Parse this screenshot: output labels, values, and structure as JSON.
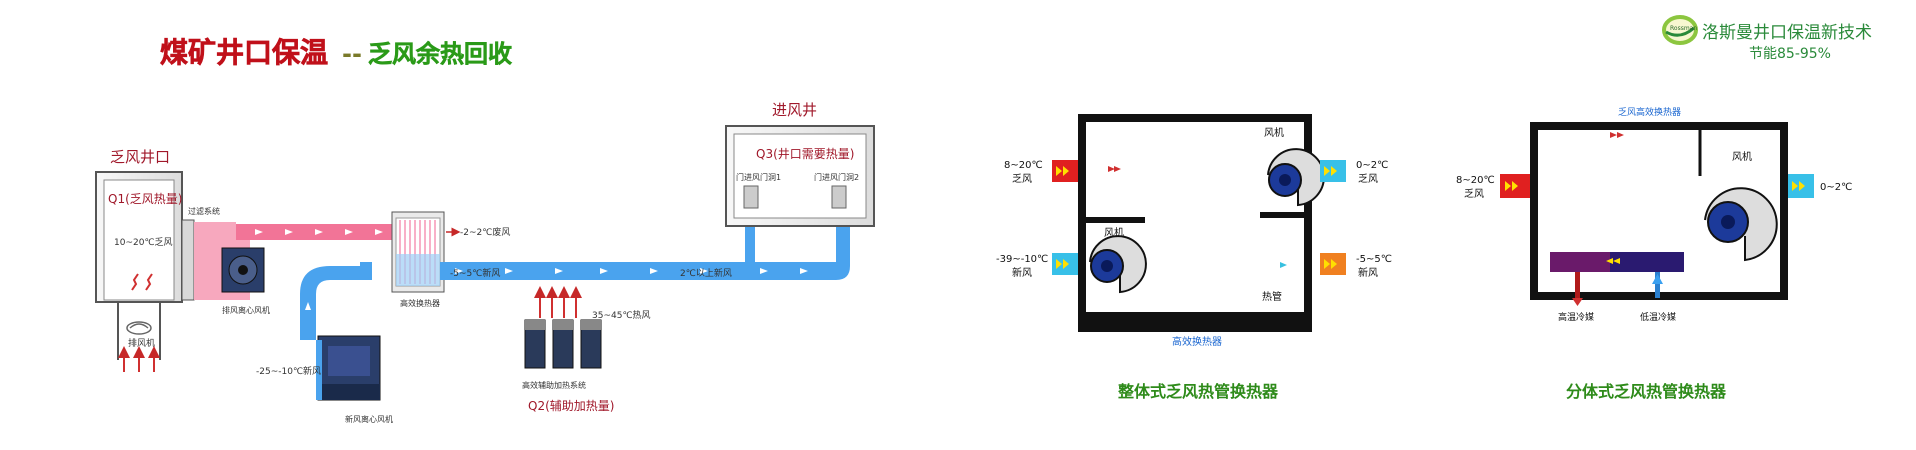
{
  "title": {
    "part1": "煤矿井口保温",
    "sep": "--",
    "part2": "乏风余热回收"
  },
  "brand": {
    "name": "洛斯曼井口保温新技术",
    "tagline": "节能85-95%",
    "logo_text": "Rossman"
  },
  "left_diagram": {
    "exhaust_well": "乏风井口",
    "q1": "Q1(乏风热量)",
    "exhaust_temp": "10~20℃乏风",
    "filter": "过滤系统",
    "exhaust_fan_small": "排风机",
    "exhaust_centrifugal_fan": "排风离心风机",
    "waste_air": "-2~2℃废风",
    "hx": "高效换热器",
    "fresh_5": "-5~5℃新风",
    "fresh_above_2": "2℃以上新风",
    "fresh_cold": "-25~-10℃新风",
    "fresh_fan": "新风离心风机",
    "aux_system": "高效辅助加热系统",
    "hot_air": "35~45℃热风",
    "q2": "Q2(辅助加热量)",
    "intake_well": "进风井",
    "q3": "Q3(井口需要热量)",
    "door1": "门进风门洞1",
    "door2": "门进风门洞2"
  },
  "mid_diagram": {
    "in_temp": "8~20℃",
    "in_label": "乏风",
    "out_temp": "0~2℃",
    "out_label": "乏风",
    "fresh_in_temp": "-39~-10℃",
    "fresh_in_label": "新风",
    "fresh_out_temp": "-5~5℃",
    "fresh_out_label": "新风",
    "fan_top": "风机",
    "fan_bottom": "风机",
    "heat_pipe": "热管",
    "hx": "高效换热器",
    "caption": "整体式乏风热管换热器"
  },
  "right_diagram": {
    "top_label": "乏风高效换热器",
    "in_temp": "8~20℃",
    "in_label": "乏风",
    "fan": "风机",
    "out_temp": "0~2℃",
    "hot_medium": "高温冷媒",
    "cold_medium": "低温冷媒",
    "caption": "分体式乏风热管换热器"
  },
  "colors": {
    "title_red": "#c0101a",
    "title_green": "#2a9a18",
    "pipe_blue": "#3d9be8",
    "pipe_pink": "#f25a83",
    "caption_green": "#2e8b1a"
  }
}
